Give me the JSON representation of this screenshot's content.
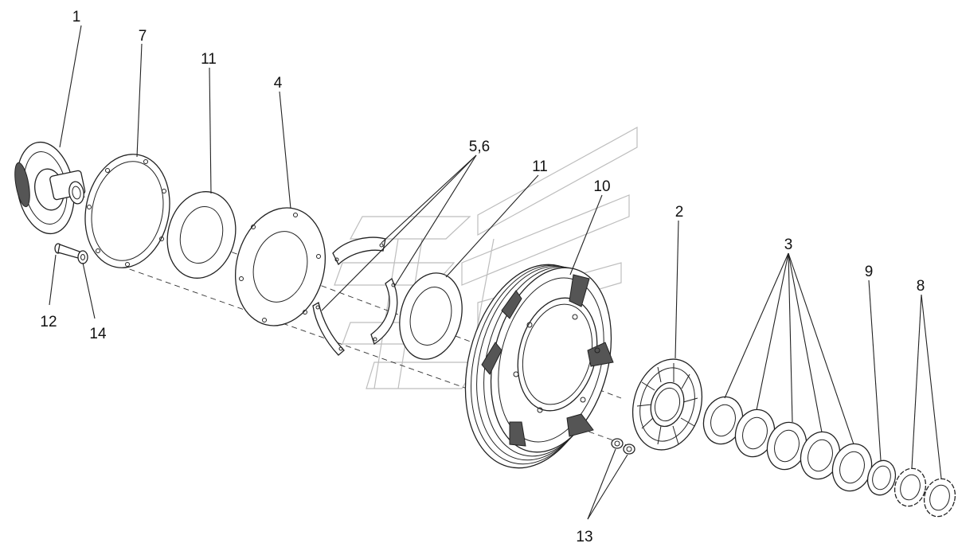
{
  "callouts": {
    "c1": "1",
    "c7": "7",
    "c11a": "11",
    "c4": "4",
    "c56": "5,6",
    "c11b": "11",
    "c10": "10",
    "c2": "2",
    "c3": "3",
    "c9": "9",
    "c8": "8",
    "c12": "12",
    "c14": "14",
    "c13": "13"
  }
}
